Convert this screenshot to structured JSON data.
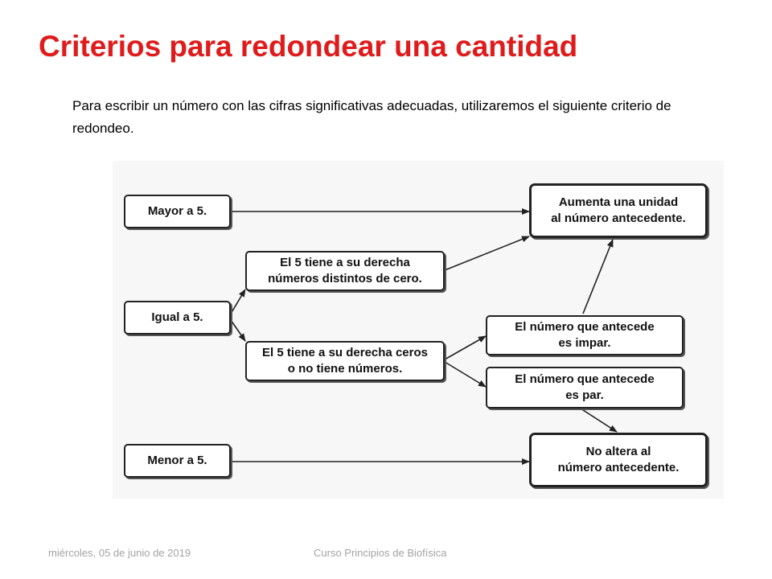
{
  "slide": {
    "title": "Criterios para redondear una cantidad",
    "intro": "Para escribir un número con las cifras significativas adecuadas, utilizaremos el siguiente criterio de redondeo."
  },
  "diagram": {
    "mayor": "Mayor a 5.",
    "igual": "Igual a 5.",
    "menor": "Menor a 5.",
    "derecha_distintos": "El 5 tiene a su derecha\nnúmeros distintos de cero.",
    "derecha_ceros": "El 5 tiene a su derecha ceros\no no tiene números.",
    "antecede_impar": "El número que antecede\nes impar.",
    "antecede_par": "El número que antecede\nes par.",
    "aumenta": "Aumenta una unidad\nal número antecedente.",
    "no_altera": "No altera al\nnúmero antecedente."
  },
  "footer": {
    "date": "miércoles, 05 de junio de 2019",
    "course": "Curso Principios de Biofísica"
  },
  "colors": {
    "title": "#e01b1b",
    "footer": "#a3a3a3"
  }
}
